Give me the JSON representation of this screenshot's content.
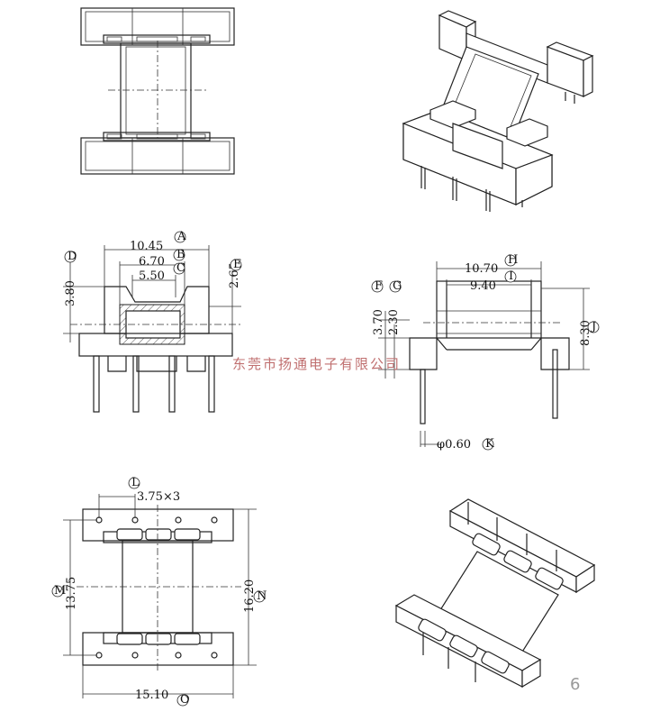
{
  "dimensions": {
    "A": {
      "letter": "A",
      "value": "10.45"
    },
    "B": {
      "letter": "B",
      "value": "6.70"
    },
    "C": {
      "letter": "C",
      "value": "5.50"
    },
    "D": {
      "letter": "D",
      "value": "3.80"
    },
    "E": {
      "letter": "E",
      "value": "2.65"
    },
    "F": {
      "letter": "F",
      "value": "3.70"
    },
    "G": {
      "letter": "G",
      "value": "2.30"
    },
    "H": {
      "letter": "H",
      "value": "10.70"
    },
    "I": {
      "letter": "I",
      "value": "9.40"
    },
    "J": {
      "letter": "J",
      "value": "8.30"
    },
    "K": {
      "letter": "K",
      "value": "φ0.60"
    },
    "L": {
      "letter": "L",
      "value": "3.75×3"
    },
    "M": {
      "letter": "M",
      "value": "13.75"
    },
    "N": {
      "letter": "N",
      "value": "16.20"
    },
    "O": {
      "letter": "O",
      "value": "15.10"
    }
  },
  "watermark": "东莞市扬通电子有限公司",
  "page_number": "6",
  "colors": {
    "line": "#222222",
    "watermark": "#c07070",
    "page_number": "#999999"
  }
}
